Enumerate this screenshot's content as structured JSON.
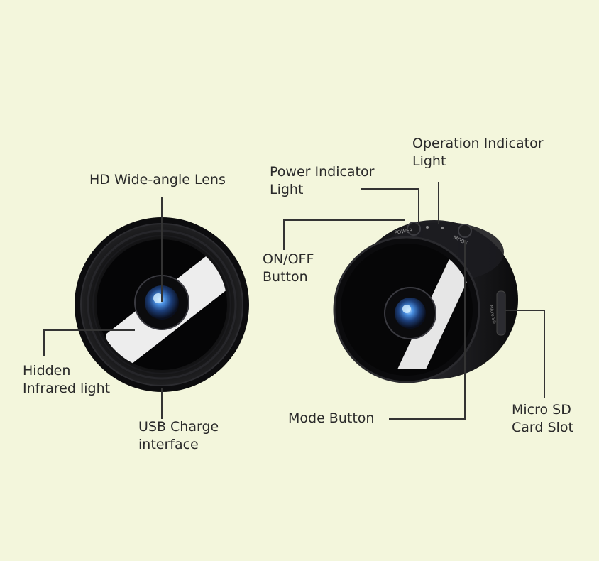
{
  "colors": {
    "background": "#f3f6dc",
    "text": "#2a2a2a",
    "leader_line": "#333333",
    "camera_body": "#0c0c0e",
    "lens_blue": "#3d7fd0"
  },
  "labels": {
    "hd_lens": [
      "HD Wide-angle Lens"
    ],
    "hidden_ir": [
      "Hidden",
      "Infrared light"
    ],
    "usb_charge": [
      "USB Charge",
      "interface"
    ],
    "power_indicator": [
      "Power Indicator",
      "Light"
    ],
    "operation_indicator": [
      "Operation Indicator",
      "Light"
    ],
    "on_off": [
      "ON/OFF",
      "Button"
    ],
    "mode_button": [
      "Mode Button"
    ],
    "micro_sd": [
      "Micro SD",
      "Card Slot"
    ]
  },
  "device_markings": {
    "mode": "MODE",
    "power": "POWER",
    "micro_sd": "Micro SD"
  }
}
